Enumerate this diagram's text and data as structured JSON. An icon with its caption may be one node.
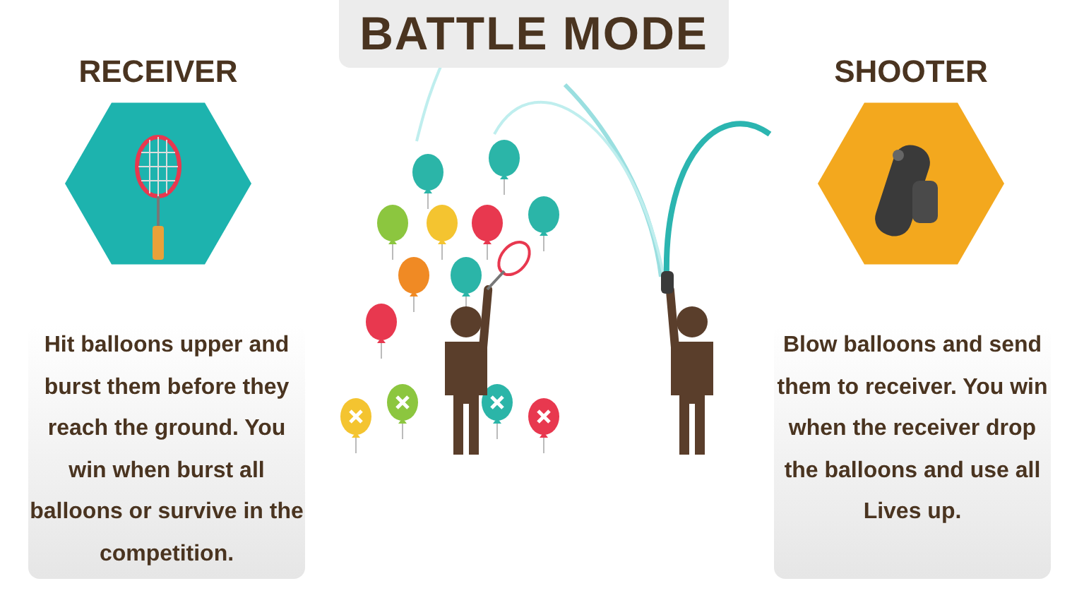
{
  "diagram": {
    "title": "BATTLE MODE",
    "labels": [
      "RECEIVER",
      "SHOOTER",
      "Hit balloons upper and burst them before they reach the ground. You win when burst all balloons or survive in the competition.",
      "Blow balloons and send them to receiver. You win when the receiver drop the balloons and use all Lives up."
    ]
  }
}
